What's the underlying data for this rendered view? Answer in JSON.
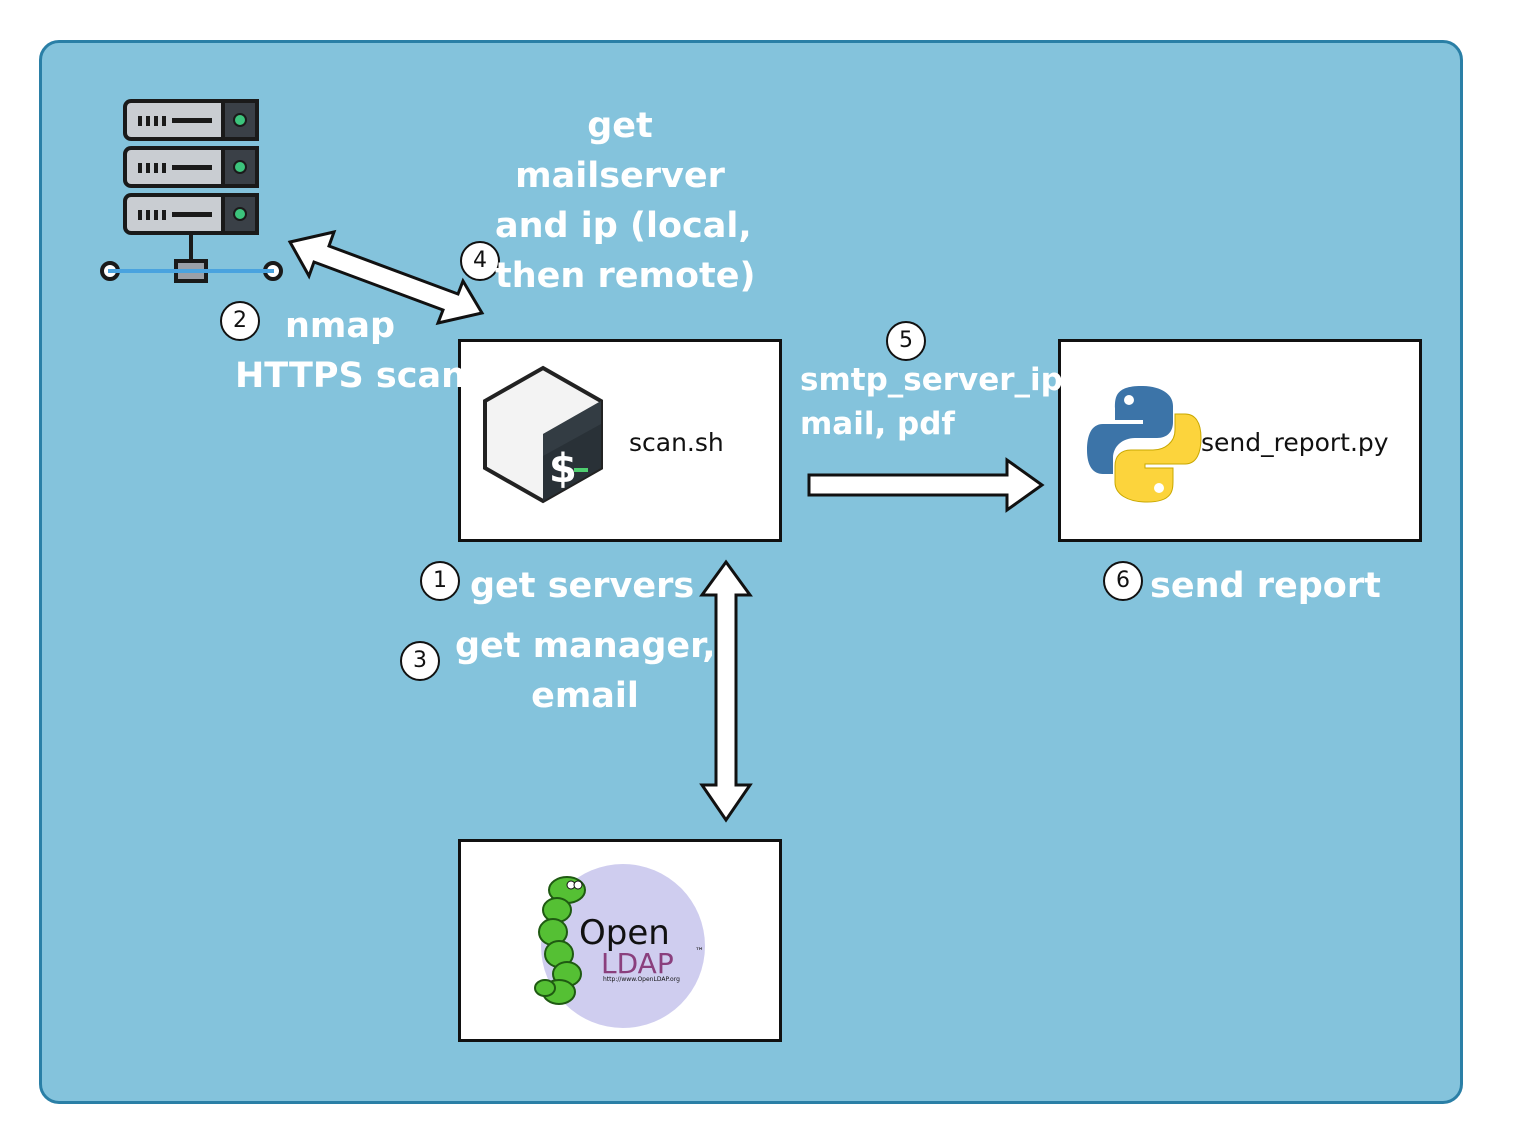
{
  "colors": {
    "background": "#84c3dc",
    "border": "#2a7fa6",
    "label": "#ffffff"
  },
  "nodes": {
    "scan": {
      "label": "scan.sh",
      "icon": "bash-icon"
    },
    "send": {
      "label": "send_report.py",
      "icon": "python-logo-icon"
    },
    "ldap": {
      "icon": "openldap-logo",
      "logo_text_1": "Open",
      "logo_text_2": "LDAP",
      "logo_tm": "™",
      "logo_url": "http://www.OpenLDAP.org"
    },
    "server": {
      "icon": "server-rack-icon"
    }
  },
  "steps": [
    {
      "number": "1",
      "label": "get servers"
    },
    {
      "number": "2",
      "label": "nmap\nHTTPS scan"
    },
    {
      "number": "3",
      "label": "get manager,\nemail"
    },
    {
      "number": "4",
      "label": "get\nmailserver\nand ip (local,\nthen remote)"
    },
    {
      "number": "5",
      "label": "smtp_server_ip,\nmail, pdf"
    },
    {
      "number": "6",
      "label": "send report"
    }
  ]
}
